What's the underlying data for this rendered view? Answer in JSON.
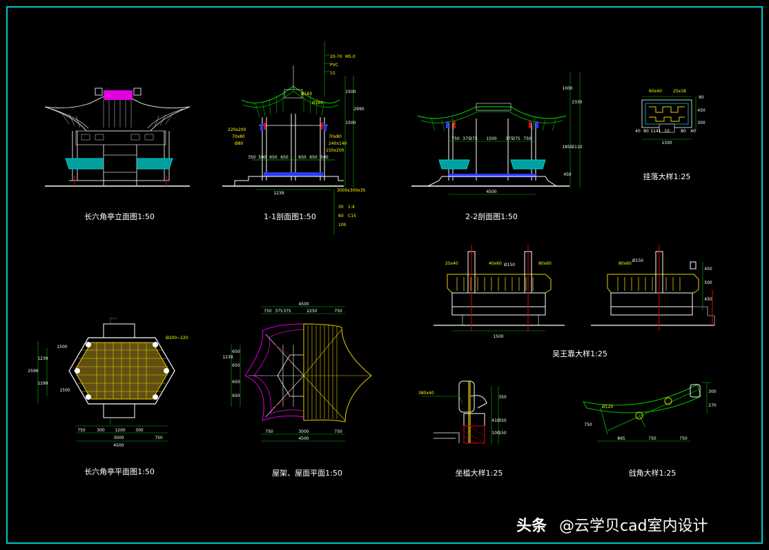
{
  "colors": {
    "background": "#000000",
    "frame": "#00c8c8",
    "roof": "#d9d9d9",
    "green": "#00c000",
    "cyan": "#00d0d0",
    "yellow": "#e8d000",
    "magenta": "#e000e0",
    "red": "#e00000",
    "blue": "#2a3cff",
    "white": "#ffffff"
  },
  "drawings": {
    "elevation": {
      "title": "长六角亭立面图1:50"
    },
    "section_1": {
      "title": "1-1剖面图1:50",
      "labels": [
        "20-70",
        "M5.0",
        "PVC",
        "15",
        "Ø160",
        "Ø160",
        "220x200",
        "70x80",
        "Ø80",
        "70x80",
        "240x140",
        "150x200",
        "350",
        "500",
        "650",
        "650",
        "650",
        "650",
        "500",
        "1239",
        "1500",
        "1500",
        "2990",
        "3000x300x35",
        "30",
        "1:4",
        "60",
        "C15",
        "100"
      ]
    },
    "section_2": {
      "title": "2-2剖面图1:50",
      "labels": [
        "750",
        "375",
        "375",
        "1500",
        "375",
        "375",
        "750",
        "4500",
        "1000",
        "2330",
        "1850",
        "2110",
        "450"
      ]
    },
    "hanging_detail": {
      "title": "挂落大样1:25",
      "labels": [
        "60x40",
        "25x18",
        "40",
        "80",
        "1141",
        "10",
        "80",
        "40",
        "1300",
        "80",
        "450",
        "300"
      ]
    },
    "plan": {
      "title": "长六角亭平面图1:50",
      "labels": [
        "Ø200~220",
        "1239",
        "2596",
        "1299",
        "1500",
        "1500",
        "750",
        "300",
        "1200",
        "300",
        "750",
        "3000",
        "4500"
      ]
    },
    "roof_plan": {
      "title": "屋架、屋面平面1:50",
      "labels": [
        "4500",
        "750",
        "375",
        "375",
        "2250",
        "750",
        "1239",
        "650",
        "650",
        "650",
        "650",
        "750",
        "3000",
        "750",
        "4500"
      ]
    },
    "bench_detail": {
      "title": "吴王靠大样1:25",
      "labels": [
        "25x40",
        "40x60",
        "Ø150",
        "80x60",
        "80x60",
        "Ø150",
        "1500",
        "450",
        "500",
        "450"
      ]
    },
    "seat_detail": {
      "title": "坐槛大样1:25",
      "labels": [
        "380x40",
        "350",
        "410",
        "100",
        "350",
        "150"
      ]
    },
    "corner_detail": {
      "title": "戗角大样1:25",
      "labels": [
        "Ø120",
        "750",
        "865",
        "750",
        "750",
        "300",
        "270"
      ]
    }
  },
  "watermark": {
    "brand": "头条",
    "handle": "@云学贝cad室内设计"
  }
}
